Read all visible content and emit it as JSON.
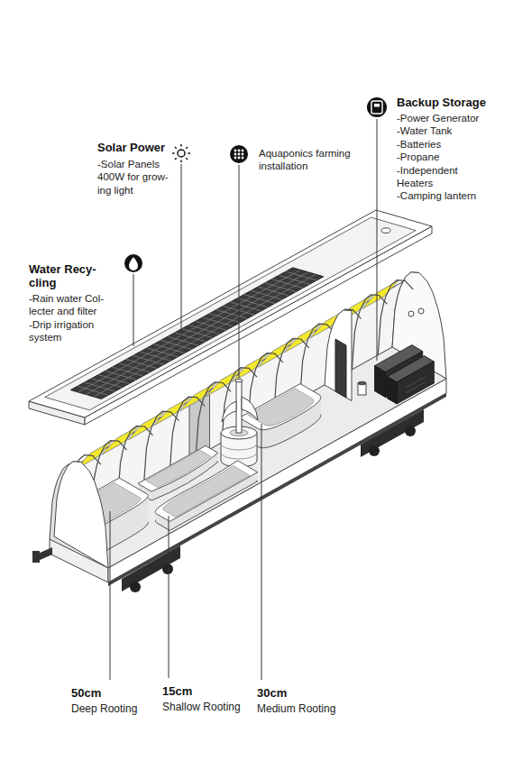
{
  "diagram": {
    "labels": [
      "Backup Storage",
      "-Power Generator",
      "-Water Tank",
      "-Batteries",
      "-Propane",
      "-Independent Heaters",
      "-Camping lantern",
      "Solar Power",
      "-Solar Panels 400W for grow- ing light",
      "Aquaponics farming installation",
      "Water Recy- cling",
      "-Rain water Col- lecter and filter",
      "-Drip irrigation system",
      "50cm",
      "Deep Rooting",
      "15cm",
      "Shallow Rooting",
      "30cm",
      "Medium Rooting"
    ]
  }
}
